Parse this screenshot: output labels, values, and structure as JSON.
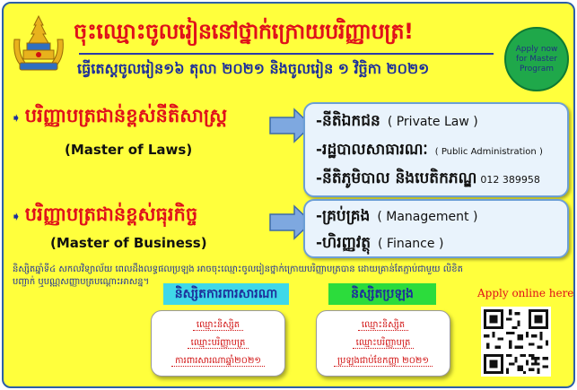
{
  "header": {
    "title": "ចុះឈ្មោះចូលរៀននៅថ្នាក់ក្រោយបរិញ្ញាបត្រ!",
    "subtitle": "ធ្វើតេស្តចូលរៀន១៦ តុលា ២០២១ និងចូលរៀន ១ វិច្ឆិកា ២០២១",
    "badge": "Apply now for Master Program"
  },
  "laws": {
    "heading": "បរិញ្ញាបត្រជាន់ខ្ពស់នីតិសាស្ត្រ",
    "english": "(Master of Laws)",
    "options": [
      {
        "km": "-នីតិឯកជន",
        "en": "( Private Law )"
      },
      {
        "km": "-រដ្ឋបាលសាធារណៈ",
        "en": "( Public Administration )"
      },
      {
        "km": "-នីតិភូមិបាល និងបេតិកភណ្ឌ",
        "en": "012 389958"
      }
    ]
  },
  "business": {
    "heading": "បរិញ្ញាបត្រជាន់ខ្ពស់ធុរកិច្ច",
    "english": "(Master of Business)",
    "options": [
      {
        "km": "-គ្រប់គ្រង",
        "en": "( Management )"
      },
      {
        "km": "-ហិរញ្ញវត្ថុ",
        "en": "( Finance )"
      }
    ]
  },
  "footer": {
    "note": "និស្សិតឆ្នាំទី៤ សកលវិទ្យាល័យ ពេលដឹងលទ្ធផលប្រឡង អាចចុះឈ្មោះចូលរៀនថ្នាក់ក្រោយបរិញ្ញាបត្របាន ដោយគ្រាន់តែភ្ជាប់ជាមួយ លិខិតបញ្ជាក់ ឬបណ្ណសញ្ញាបត្របណ្ដោះអាសន្ន។",
    "tag_thesis": "និស្សិតការពារសារណា",
    "tag_exam": "និស្សិតប្រឡង",
    "apply_online": "Apply online here",
    "card_left": [
      "ឈ្មោះនិស្សិត",
      "ឈ្មោះបរិញ្ញាបត្រ",
      "ការពារសារណាឆ្នាំ២០២១"
    ],
    "card_right": [
      "ឈ្មោះនិស្សិត",
      "ឈ្មោះបរិញ្ញាបត្រ",
      "ប្រឡងជាប់ខែកញ្ញា ២០២១"
    ]
  },
  "colors": {
    "background": "#ffff3c",
    "red": "#e0101a",
    "navy": "#1d2f9b",
    "box_fill": "#e9f3fc",
    "box_border": "#6c9fd6",
    "badge_green": "#1fa84a"
  },
  "icons": {
    "logo": "university-crest-icon",
    "bullet": "arrow-bullet-icon",
    "pointer": "right-arrow-icon",
    "qr": "qr-code-icon"
  }
}
